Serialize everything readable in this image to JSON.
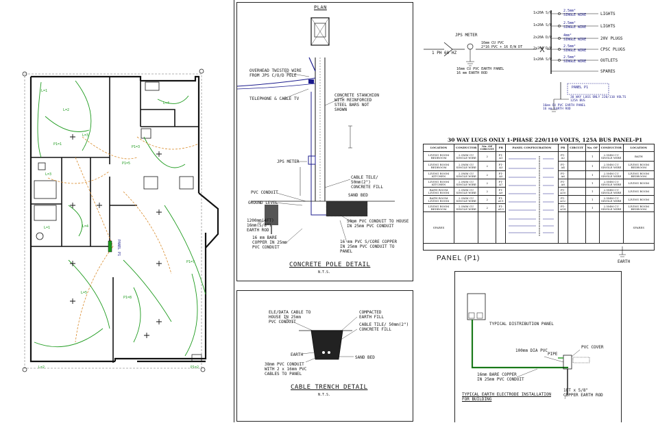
{
  "colors": {
    "line": "#111111",
    "wire_green": "#1c9a1c",
    "wire_orange": "#d98a2a",
    "blue": "#1a1a8c",
    "fill_dark": "#2a2a2a"
  },
  "floor_plan": {
    "circuit_tags": [
      "L=1",
      "L=2",
      "L=3",
      "L=4",
      "P1=1",
      "P1=3",
      "P1=5",
      "P1=7",
      "P1=8",
      "L=4",
      "L=5",
      "L=3",
      "L=1",
      "L=2",
      "P1=2"
    ],
    "panel_tag": "PANEL P1"
  },
  "plan_view": {
    "title": "PLAN",
    "notes": {
      "overhead": "OVERHEAD TWISTED WIRE\nFROM JPS C/O/D POLE",
      "telephone": "TELEPHONE & CABLE TV",
      "concrete_stanchion": "CONCRETE STANCHION\nWITH REINFORCED\nSTEEL BARS NOT\nSHOWN",
      "jps_meter": "JPS METER",
      "cable_tele": "CABLE TELE/\n50mm(2\")\nCONCRETE FILL",
      "pvc_conduit": "PVC CONDUIT",
      "ground_level": "GROUND LEVEL",
      "sand_bed": "SAND BED",
      "earth_rod": "1200mm(4FT)\n16mm(5/8\")\nEARTH ROD",
      "bare_copper": "16 mm BARE\nCOPPER IN 25mm\nPVC CONDUIT",
      "conduit_house": "50mm PVC CONDUIT TO HOUSE\nIN 25mm PVC CONDUIT",
      "pvc_copper": "16 mm PVC S/CORE COPPER\nIN 25mm PVC CONDUIT TO\nPANEL"
    },
    "caption": "CONCRETE POLE DETAIL",
    "caption_nts": "N.T.S."
  },
  "trench": {
    "notes": {
      "elec_data": "ELE/DATA CABLE TO\nHOUSE IN 25mm\nPVC CONDUIT",
      "compacted": "COMPACTED\nEARTH FILL",
      "cable_tele": "CABLE TILE/ 50mm(2\")\nCONCRETE FILL",
      "sand_bed": "SAND BED",
      "earth": "EARTH",
      "conduit": "38mm PVC CONDUIT\nWITH 2 x 16mm PVC\nCABLES TO PANEL"
    },
    "caption": "CABLE TRENCH DETAIL",
    "caption_nts": "N.T.S."
  },
  "riser": {
    "jps_meter": "JPS METER",
    "supply": "1 PH 60 HZ",
    "meter_cable": "16mm CU PVC\n2*16 PVC + 16 E/W DT",
    "earth_note": "16mm CU PVC EARTH PANEL\n16 mm EARTH ROD",
    "branches": [
      {
        "breaker": "1x20A S/P",
        "cable": "2.5mm²\nSINGLE WIRE",
        "load": "LIGHTS"
      },
      {
        "breaker": "1x20A S/P",
        "cable": "2.5mm²\nSINGLE WIRE",
        "load": "LIGHTS"
      },
      {
        "breaker": "2x20A D/P",
        "cable": "4mm²\nSINGLE WIRE",
        "load": "20V PLUGS"
      },
      {
        "breaker": "2x20A D/P",
        "cable": "2.5mm²\nSINGLE WIRE",
        "load": "CPSC PLUGS"
      },
      {
        "breaker": "1x20A S/P",
        "cable": "2.5mm²\nSINGLE WIRE",
        "load": "OUTLETS"
      },
      {
        "breaker": "",
        "cable": "",
        "load": "SPARES"
      }
    ],
    "panel_box_label": "PANEL P1",
    "panel_box_note": "30 WAY LUGS ONLY 220/110 VOLTS\n125A BUS",
    "earth_bar_note": "16mm CU PVC EARTH PANEL\n16 mm EARTH ROD"
  },
  "schedule": {
    "title": "30 WAY LUGS ONLY 1-PHASE 220/110 VOLTS, 125A BUS PANEL-P1",
    "headers": [
      "LOCATION",
      "CONDUCTOR",
      "No. OF CIRCUIT",
      "PR",
      "PANEL CONFIGURATION",
      "PR",
      "CIRCUIT",
      "No. OF",
      "CONDUCTOR",
      "LOCATION"
    ],
    "rows": [
      [
        "LIVING ROOM\nBEDROOM",
        "2.5MM CU\nSINGLE WIRE",
        "2",
        "P1-A1",
        "P1-A2",
        "1",
        "2.5MM CU\nSINGLE WIRE",
        "BATH"
      ],
      [
        "LIVING ROOM\nBEDROOM",
        "2.5MM CU\nSINGLE WIRE",
        "2",
        "P1-A3",
        "P1-A4",
        "1",
        "2.5MM CU\nSINGLE WIRE",
        "LIVING ROOM\nBEDROOM"
      ],
      [
        "LIVING ROOM\nKITCHEN",
        "2.5MM CU\nSINGLE WIRE",
        "2",
        "P1-A5",
        "P1-A6",
        "1",
        "2.5MM CU\nSINGLE WIRE",
        "LIVING ROOM\nBEDROOM"
      ],
      [
        "LIVING ROOM\nKITCHEN",
        "2.5MM CU\nSINGLE WIRE",
        "2",
        "P1-A7",
        "P1-A8",
        "1",
        "2.5MM CU\nSINGLE WIRE",
        "LIVING ROOM"
      ],
      [
        "BATH ROOM\nLIVING ROOM",
        "2.5MM CU\nSINGLE WIRE",
        "2",
        "P1-A9",
        "P1-A10",
        "1",
        "2.5MM CU\nSINGLE WIRE",
        "LIVING ROOM"
      ],
      [
        "BATH ROOM\nLIVING ROOM",
        "2.5MM CU\nSINGLE WIRE",
        "2",
        "P1-A11",
        "P1-A12",
        "1",
        "2.5MM CU\nSINGLE WIRE",
        "LIVING ROOM"
      ],
      [
        "LIVING ROOM\nBEDROOM",
        "2.5MM CU\nSINGLE WIRE",
        "2",
        "P1-A13",
        "P1-A14",
        "1",
        "2.5MM CU\nSINGLE WIRE",
        "LIVING ROOM\nBEDROOM"
      ],
      [
        "SPARES",
        "",
        "",
        "",
        "",
        "",
        "",
        "SPARES"
      ]
    ],
    "panel_label": "PANEL (P1)",
    "earth_label": "EARTH"
  },
  "earth_install": {
    "distribution_panel": "TYPICAL DISTRIBUTION PANEL",
    "pvc_pipe": "100mm DIA PVC",
    "pipe": "PIPE",
    "pvc_cover": "PVC COVER",
    "bare_copper": "16mm BARE COPPER\nIN 25mm PVC CONDUIT",
    "earth_rod": "1FT x 5/8\"\nCOPPER EARTH ROD",
    "caption": "TYPICAL EARTH ELECTRODE INSTALLATION\nFOR BUILDING"
  }
}
